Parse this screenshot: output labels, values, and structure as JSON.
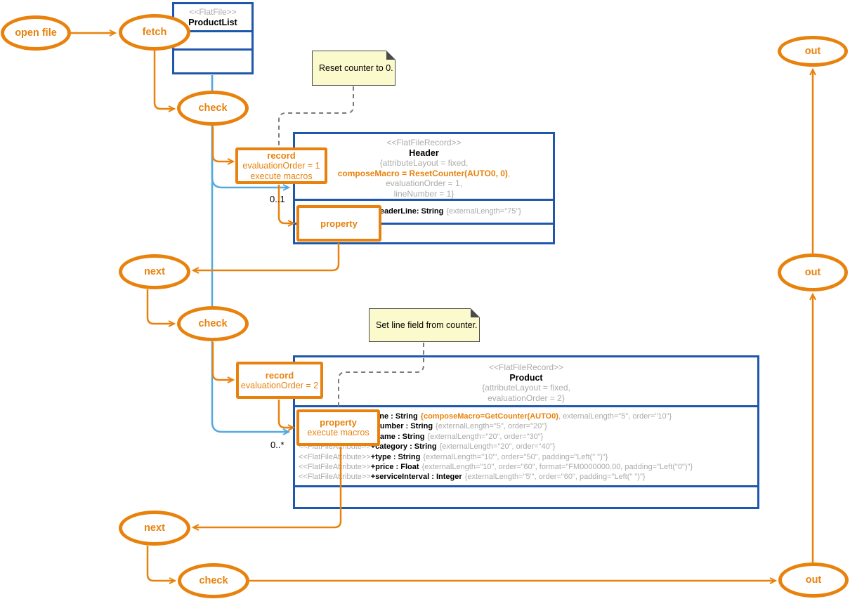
{
  "colors": {
    "orange": "#E8820C",
    "class_border_blue": "#1E57AC",
    "flow_light_blue": "#56A9E0",
    "gray_text": "#ABABAB",
    "note_fill": "#FBFACD",
    "dashed_gray": "#7A7A7A"
  },
  "nodes": {
    "open_file": "open file",
    "fetch": "fetch",
    "check1": "check",
    "next1": "next",
    "check2": "check",
    "next2": "next",
    "check3": "check",
    "out1": "out",
    "out2": "out",
    "out3": "out"
  },
  "notes": {
    "reset_counter": "Reset counter to 0.",
    "set_line_field": "Set line field from counter."
  },
  "actions": {
    "record1": {
      "title": "record",
      "line2": "evaluationOrder = 1",
      "line3": "execute macros"
    },
    "property1": {
      "title": "property"
    },
    "record2": {
      "title": "record",
      "line2": "evaluationOrder = 2"
    },
    "property2": {
      "title": "property",
      "line2": "execute macros"
    }
  },
  "multiplicity": {
    "header": "0..1",
    "product": "0..*"
  },
  "classes": {
    "product_list": {
      "stereotype": "<<FlatFile>>",
      "name": "ProductList"
    },
    "header": {
      "stereotype": "<<FlatFileRecord>>",
      "name": "Header",
      "props": [
        {
          "text": "{attributeLayout = fixed,"
        },
        {
          "text": "composeMacro = ResetCounter(AUTO0, 0)",
          "suffix": ","
        },
        {
          "text": "evaluationOrder = 1,"
        },
        {
          "text": "lineNumber = 1}"
        }
      ],
      "attributes": [
        {
          "prefix": "<<FlatFileAttribute>>",
          "name": "+headerLine: String",
          "constraint": "{externalLength=\"75\"}"
        }
      ]
    },
    "product": {
      "stereotype": "<<FlatFileRecord>>",
      "name": "Product",
      "props": [
        {
          "text": "{attributeLayout = fixed,"
        },
        {
          "text": "evaluationOrder = 2}"
        }
      ],
      "attributes": [
        {
          "prefix": "<<FlatFileAttribute>>",
          "name": "+line : String",
          "macro": "{composeMacro=GetCounter(AUTO0)",
          "constraint": ", externalLength=\"5\", order=\"10\"}"
        },
        {
          "prefix": "<<FlatFileAttribute>>",
          "name": "+number : String",
          "constraint": "{externalLength=\"5\", order=\"20\"}"
        },
        {
          "prefix": "<<FlatFileAttribute>>",
          "name": "+name : String",
          "constraint": "{externalLength=\"20\", order=\"30\"}"
        },
        {
          "prefix": "<<FlatFileAttribute>>",
          "name": "+category : String",
          "constraint": "{externalLength=\"20\", order=\"40\"}"
        },
        {
          "prefix": "<<FlatFileAttribute>>",
          "name": "+type : String",
          "constraint": "{externalLength=\"10\"', order=\"50\", padding=\"Left(\" \")\"}"
        },
        {
          "prefix": "<<FlatFileAttribute>>",
          "name": "+price : Float",
          "constraint": "{externalLength=\"10\", order=\"60\", format=\"FM0000000.00, padding=\"Left(\"0\")\"}"
        },
        {
          "prefix": "<<FlatFileAttribute>>",
          "name": "+serviceInterval : Integer",
          "constraint": "{externalLength=\"5\"', order=\"60\", padding=\"Left(\" \")\"}"
        }
      ]
    }
  }
}
